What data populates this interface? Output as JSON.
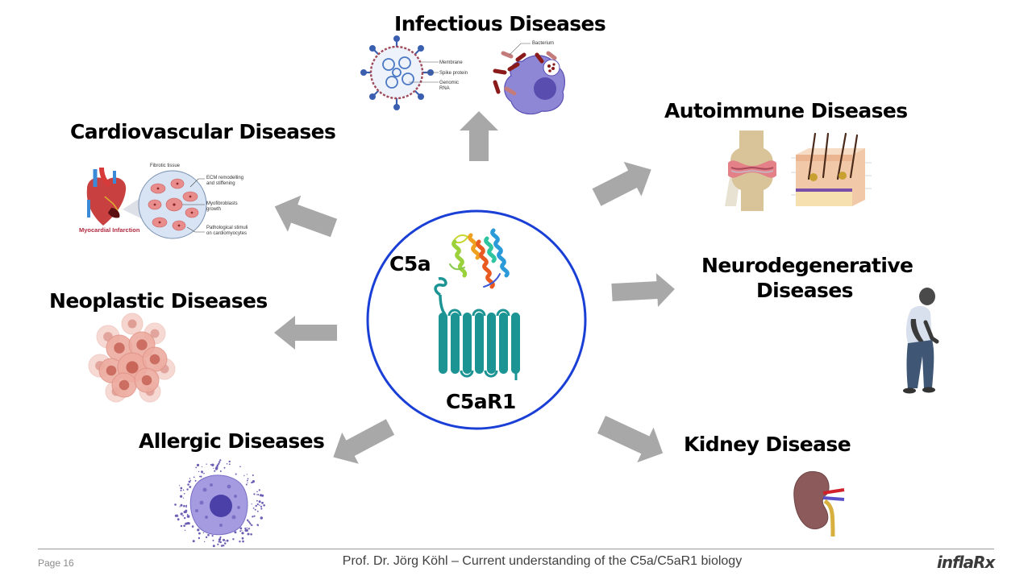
{
  "slide": {
    "center": {
      "ligand_label": "C5a",
      "receptor_label": "C5aR1",
      "circle_color": "#1a3fd6",
      "receptor_color": "#1c9494"
    },
    "categories": [
      {
        "id": "infectious",
        "title": "Infectious Diseases",
        "direction": "up",
        "illustration": {
          "virus_labels": [
            "Membrane",
            "Spike protein",
            "Genomic",
            "RNA"
          ],
          "bacterium_label": "Bacterium"
        }
      },
      {
        "id": "autoimmune",
        "title": "Autoimmune Diseases",
        "direction": "up-right",
        "illustration": {
          "items": [
            "inflamed-joint",
            "skin-cross-section"
          ]
        }
      },
      {
        "id": "neurodegenerative",
        "title_line1": "Neurodegenerative",
        "title_line2": "Diseases",
        "direction": "right",
        "illustration": {
          "items": [
            "stooped-elderly-person"
          ]
        }
      },
      {
        "id": "kidney",
        "title": "Kidney Disease",
        "direction": "down-right",
        "illustration": {
          "items": [
            "kidney"
          ]
        }
      },
      {
        "id": "allergic",
        "title": "Allergic Diseases",
        "direction": "down-left",
        "illustration": {
          "items": [
            "degranulating-mast-cell"
          ]
        }
      },
      {
        "id": "neoplastic",
        "title": "Neoplastic Diseases",
        "direction": "left",
        "illustration": {
          "items": [
            "tumor-cell-cluster"
          ]
        }
      },
      {
        "id": "cardiovascular",
        "title": "Cardiovascular Diseases",
        "direction": "up-left",
        "illustration": {
          "heart_caption": "Myocardial Infarction",
          "tissue_title": "Fibrotic tissue",
          "callouts": [
            {
              "line1": "ECM remodelling",
              "line2": "and stiffening"
            },
            {
              "line1": "Myofibroblasts",
              "line2": "growth"
            },
            {
              "line1": "Pathological stimuli",
              "line2": "on cardiomyocytes"
            }
          ]
        }
      }
    ],
    "arrow_color": "#a8a8a8"
  },
  "footer": {
    "page": "Page 16",
    "title": "Prof. Dr. Jörg Köhl – Current understanding of the C5a/C5aR1 biology",
    "logo_part1": "infla",
    "logo_part2": "Rx",
    "logo_accent": "#d0021b"
  }
}
